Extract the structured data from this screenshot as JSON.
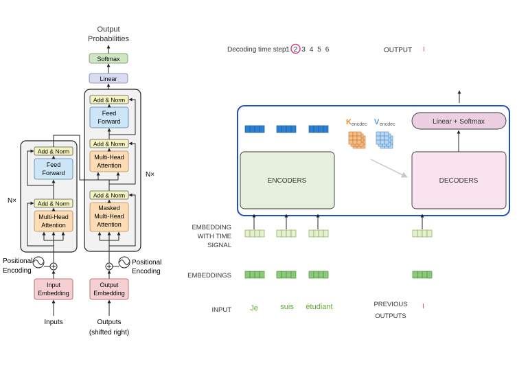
{
  "left_diagram": {
    "output_probabilities": [
      "Output",
      "Probabilities"
    ],
    "softmax": "Softmax",
    "linear": "Linear",
    "add_norm": "Add & Norm",
    "feed_forward": [
      "Feed",
      "Forward"
    ],
    "multi_head_attention": [
      "Multi-Head",
      "Attention"
    ],
    "masked_multi_head_attention": [
      "Masked",
      "Multi-Head",
      "Attention"
    ],
    "nx": "N×",
    "positional_encoding": [
      "Positional",
      "Encoding"
    ],
    "input_embedding": [
      "Input",
      "Embedding"
    ],
    "output_embedding": [
      "Output",
      "Embedding"
    ],
    "inputs": "Inputs",
    "outputs": [
      "Outputs",
      "(shifted right)"
    ]
  },
  "right_diagram": {
    "decoding_label": "Decoding time step:",
    "steps": [
      "1",
      "2",
      "3",
      "4",
      "5",
      "6"
    ],
    "current_step": "2",
    "output_label": "OUTPUT",
    "output_value": "I",
    "encoders": "ENCODERS",
    "decoders": "DECODERS",
    "linear_softmax": "Linear + Softmax",
    "k_letter": "K",
    "k_sub": "encdec",
    "v_letter": "V",
    "v_sub": "encdec",
    "embedding_time_signal": [
      "EMBEDDING",
      "WITH TIME",
      "SIGNAL"
    ],
    "embeddings": "EMBEDDINGS",
    "input_label": "INPUT",
    "input_words": [
      "Je",
      "suis",
      "étudiant"
    ],
    "previous_outputs": [
      "PREVIOUS",
      "OUTPUTS"
    ],
    "previous_value": "I"
  },
  "colors": {
    "blue_frame": "#1f4fc4",
    "encoder_fill": "#e6f0dc",
    "decoder_fill": "#f8e3ee",
    "vector_blue": "#2e7fd0",
    "vector_green": "#8cc97a",
    "vector_light_green": "#e3f3c9",
    "k_orange": "#f08a24",
    "v_blue": "#4a9be0",
    "step_circle": "#d63a8a",
    "word_green": "#5aaa32"
  }
}
